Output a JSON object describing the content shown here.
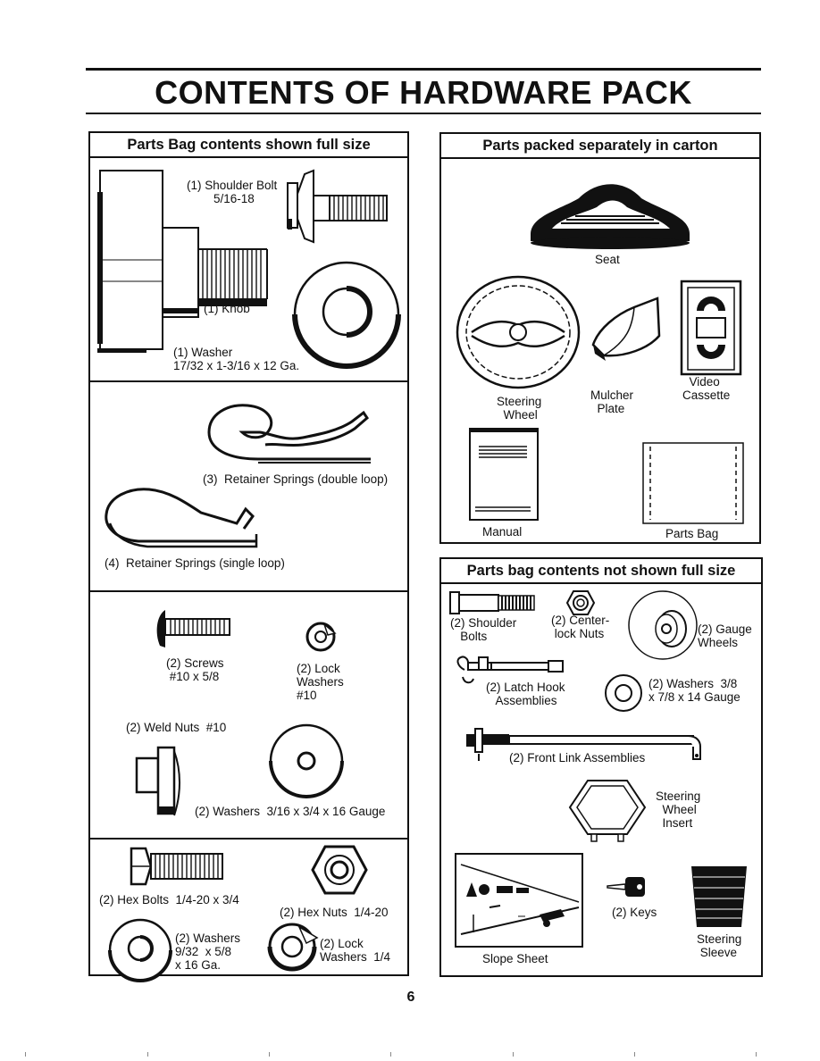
{
  "title": "CONTENTS OF HARDWARE PACK",
  "page_number": "6",
  "left_panel": {
    "header": "Parts Bag contents shown full size",
    "section1": {
      "shoulder_bolt": "(1) Shoulder Bolt\n        5/16-18",
      "knob": "(1) Knob",
      "washer": "(1) Washer\n17/32 x 1-3/16 x 12 Ga."
    },
    "section2": {
      "double_loop": "(3)  Retainer Springs (double loop)",
      "single_loop": "(4)  Retainer Springs (single loop)"
    },
    "section3": {
      "screws": "(2) Screws\n #10 x 5/8",
      "lock_washers": "(2) Lock\nWashers\n#10",
      "weld_nuts": "(2) Weld Nuts  #10",
      "washers": "(2) Washers  3/16 x 3/4 x 16 Gauge"
    },
    "section4": {
      "hex_bolts": "(2) Hex Bolts  1/4-20 x 3/4",
      "hex_nuts": "(2) Hex Nuts  1/4-20",
      "washers": "(2) Washers\n9/32  x 5/8\nx 16 Ga.",
      "lock_washers": "(2) Lock\nWashers  1/4"
    }
  },
  "right_top_panel": {
    "header": "Parts packed separately in carton",
    "seat": "Seat",
    "steering_wheel": "Steering\n  Wheel",
    "mulcher_plate": "Mulcher\n  Plate",
    "video_cassette": "  Video\nCassette",
    "manual": "Manual",
    "parts_bag": "Parts Bag"
  },
  "right_bottom_panel": {
    "header": "Parts bag contents not shown full size",
    "shoulder_bolts": "(2) Shoulder\n   Bolts",
    "center_lock_nuts": "(2) Center-\n lock Nuts",
    "gauge_wheels": "(2) Gauge\nWheels",
    "latch_hook": "(2) Latch Hook\n   Assemblies",
    "washers": "(2) Washers  3/8\nx 7/8 x 14 Gauge",
    "front_link": "(2) Front Link Assemblies",
    "steering_wheel_insert": "Steering\n  Wheel\n  Insert",
    "slope_sheet": "Slope Sheet",
    "keys": "(2) Keys",
    "steering_sleeve": "Steering\n Sleeve"
  }
}
